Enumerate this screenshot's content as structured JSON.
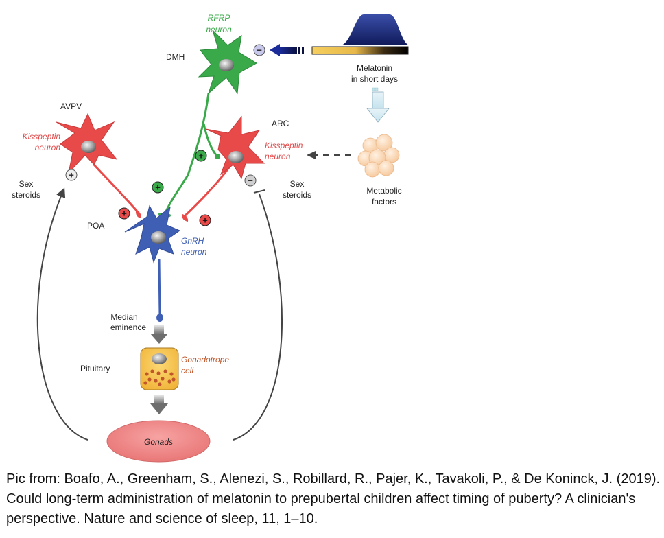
{
  "labels": {
    "rfrp_1": "RFRP",
    "rfrp_2": "neuron",
    "dmh": "DMH",
    "melatonin_1": "Melatonin",
    "melatonin_2": "in short days",
    "avpv": "AVPV",
    "arc": "ARC",
    "kiss_left_1": "Kisspeptin",
    "kiss_left_2": "neuron",
    "kiss_right_1": "Kisspeptin",
    "kiss_right_2": "neuron",
    "sex_left_1": "Sex",
    "sex_left_2": "steroids",
    "sex_right_1": "Sex",
    "sex_right_2": "steroids",
    "metabolic_1": "Metabolic",
    "metabolic_2": "factors",
    "poa": "POA",
    "gnrh_1": "GnRH",
    "gnrh_2": "neuron",
    "median_1": "Median",
    "median_2": "eminence",
    "pituitary": "Pituitary",
    "gonadotrope_1": "Gonadotrope",
    "gonadotrope_2": "cell",
    "gonads": "Gonads"
  },
  "signs": {
    "plus": "+",
    "minus": "−"
  },
  "colors": {
    "kisspeptin": "#e84a4a",
    "rfrp": "#3aa94a",
    "gnrh": "#3f5fb5",
    "gonads": "#f08a8a",
    "gonadotrope": "#f7c64d",
    "melatonin": "#1f2d7a"
  },
  "caption": "Pic from: Boafo, A., Greenham, S., Alenezi, S., Robillard, R., Pajer, K., Tavakoli, P., & De Koninck, J. (2019). Could long-term administration of melatonin to prepubertal children affect timing of puberty? A clinician's perspective. Nature and science of sleep, 11, 1–10."
}
